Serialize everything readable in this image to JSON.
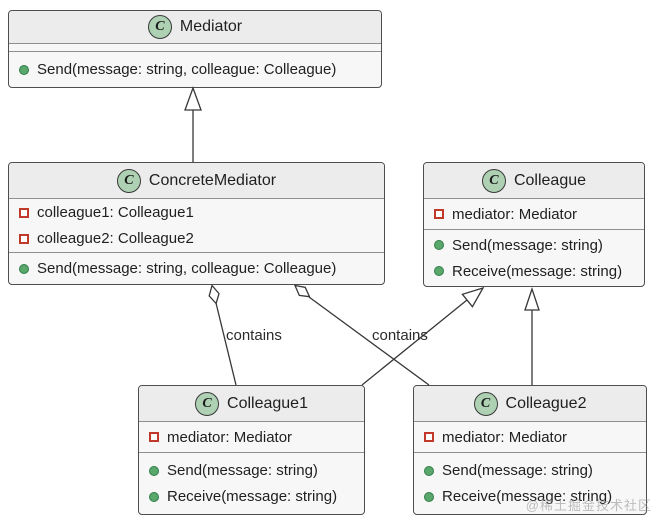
{
  "diagram": {
    "type": "uml-class-diagram",
    "pattern": "Mediator",
    "spot_letter": "C",
    "watermark": "@稀土掘金技术社区"
  },
  "classes": [
    {
      "name": "Mediator",
      "fields": [],
      "methods": [
        {
          "visibility": "public",
          "text": "Send(message: string, colleague: Colleague)"
        }
      ]
    },
    {
      "name": "ConcreteMediator",
      "fields": [
        {
          "visibility": "private",
          "text": "colleague1: Colleague1"
        },
        {
          "visibility": "private",
          "text": "colleague2: Colleague2"
        }
      ],
      "methods": [
        {
          "visibility": "public",
          "text": "Send(message: string, colleague: Colleague)"
        }
      ]
    },
    {
      "name": "Colleague",
      "fields": [
        {
          "visibility": "private",
          "text": "mediator: Mediator"
        }
      ],
      "methods": [
        {
          "visibility": "public",
          "text": "Send(message: string)"
        },
        {
          "visibility": "public",
          "text": "Receive(message: string)"
        }
      ]
    },
    {
      "name": "Colleague1",
      "fields": [
        {
          "visibility": "private",
          "text": "mediator: Mediator"
        }
      ],
      "methods": [
        {
          "visibility": "public",
          "text": "Send(message: string)"
        },
        {
          "visibility": "public",
          "text": "Receive(message: string)"
        }
      ]
    },
    {
      "name": "Colleague2",
      "fields": [
        {
          "visibility": "private",
          "text": "mediator: Mediator"
        }
      ],
      "methods": [
        {
          "visibility": "public",
          "text": "Send(message: string)"
        },
        {
          "visibility": "public",
          "text": "Receive(message: string)"
        }
      ]
    }
  ],
  "relationships": [
    {
      "from": "ConcreteMediator",
      "to": "Mediator",
      "type": "inheritance",
      "label": ""
    },
    {
      "from": "Colleague1",
      "to": "Colleague",
      "type": "inheritance",
      "label": ""
    },
    {
      "from": "Colleague2",
      "to": "Colleague",
      "type": "inheritance",
      "label": ""
    },
    {
      "from": "ConcreteMediator",
      "to": "Colleague1",
      "type": "aggregation",
      "label": "contains"
    },
    {
      "from": "ConcreteMediator",
      "to": "Colleague2",
      "type": "aggregation",
      "label": "contains"
    }
  ],
  "colors": {
    "class_header_bg": "#ececec",
    "class_body_bg": "#f7f7f7",
    "class_border": "#4e4e4e",
    "separator": "#8f8f8f",
    "spot_bg": "#ADD1B2",
    "public_method_icon": "#5aa76b",
    "private_field_icon": "#c0392b",
    "edge": "#383838",
    "watermark_text": "#8c8c8c"
  }
}
